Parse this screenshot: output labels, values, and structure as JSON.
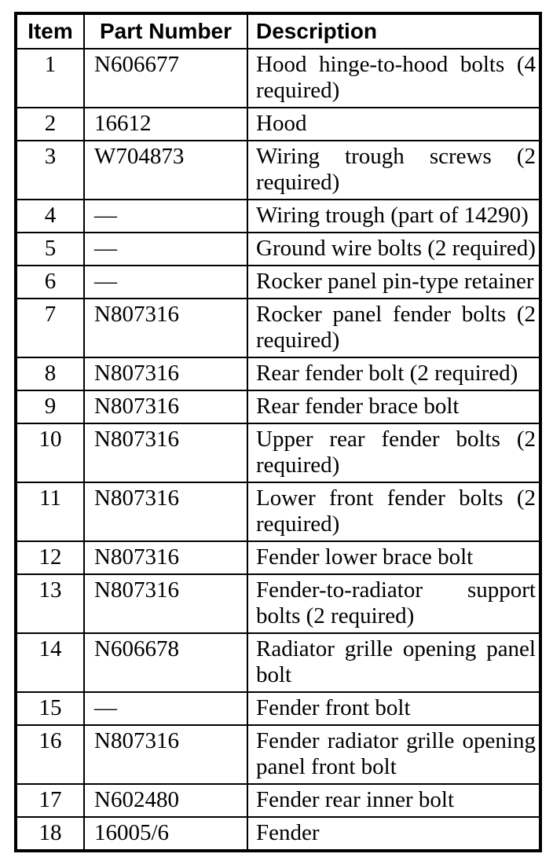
{
  "table": {
    "columns": [
      "Item",
      "Part Number",
      "Description"
    ],
    "rows": [
      {
        "item": "1",
        "part_number": "N606677",
        "description": "Hood hinge-to-hood bolts (4 required)"
      },
      {
        "item": "2",
        "part_number": "16612",
        "description": "Hood"
      },
      {
        "item": "3",
        "part_number": "W704873",
        "description": "Wiring trough screws (2 required)"
      },
      {
        "item": "4",
        "part_number": "—",
        "description": "Wiring trough (part of 14290)"
      },
      {
        "item": "5",
        "part_number": "—",
        "description": "Ground wire bolts (2 required)"
      },
      {
        "item": "6",
        "part_number": "—",
        "description": "Rocker panel pin-type retainer"
      },
      {
        "item": "7",
        "part_number": "N807316",
        "description": "Rocker panel fender bolts (2 required)"
      },
      {
        "item": "8",
        "part_number": "N807316",
        "description": "Rear fender bolt (2 required)"
      },
      {
        "item": "9",
        "part_number": "N807316",
        "description": "Rear fender brace bolt"
      },
      {
        "item": "10",
        "part_number": "N807316",
        "description": "Upper rear fender bolts (2 required)"
      },
      {
        "item": "11",
        "part_number": "N807316",
        "description": "Lower front fender bolts (2 required)"
      },
      {
        "item": "12",
        "part_number": "N807316",
        "description": "Fender lower brace bolt"
      },
      {
        "item": "13",
        "part_number": "N807316",
        "description": "Fender-to-radiator support bolts (2 required)"
      },
      {
        "item": "14",
        "part_number": "N606678",
        "description": "Radiator grille opening panel bolt"
      },
      {
        "item": "15",
        "part_number": "—",
        "description": "Fender front bolt"
      },
      {
        "item": "16",
        "part_number": "N807316",
        "description": "Fender radiator grille opening panel front bolt"
      },
      {
        "item": "17",
        "part_number": "N602480",
        "description": "Fender rear inner bolt"
      },
      {
        "item": "18",
        "part_number": "16005/6",
        "description": "Fender"
      }
    ]
  },
  "colors": {
    "border": "#000000",
    "background": "#ffffff",
    "text": "#000000"
  }
}
